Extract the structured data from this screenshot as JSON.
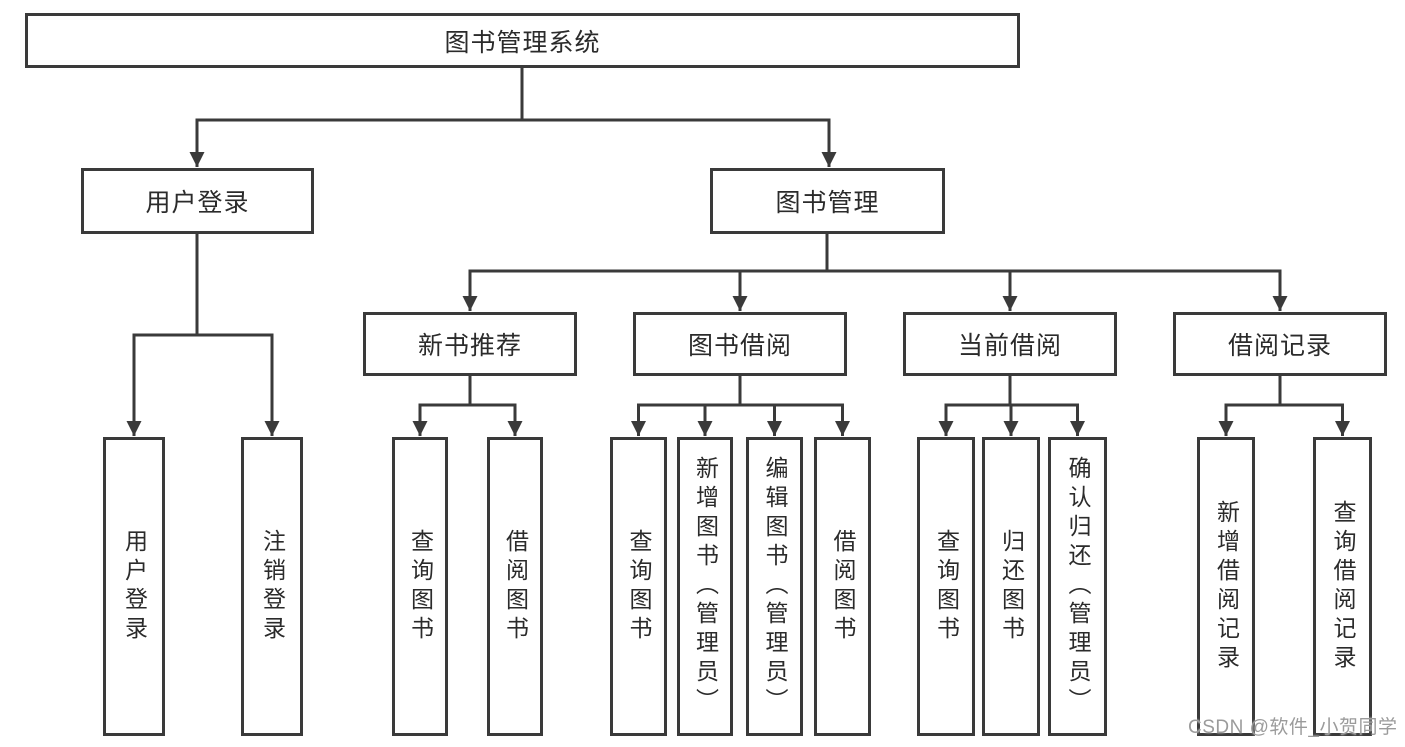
{
  "diagram": {
    "title": "图书管理系统",
    "line_color": "#3a3a3a",
    "text_color": "#2b2b2b",
    "background": "#ffffff",
    "root": {
      "label": "图书管理系统"
    },
    "level2": [
      {
        "label": "用户登录"
      },
      {
        "label": "图书管理"
      }
    ],
    "level3": [
      {
        "label": "新书推荐"
      },
      {
        "label": "图书借阅"
      },
      {
        "label": "当前借阅"
      },
      {
        "label": "借阅记录"
      }
    ],
    "leaves": [
      {
        "label": "用户登录"
      },
      {
        "label": "注销登录"
      },
      {
        "label": "查询图书"
      },
      {
        "label": "借阅图书"
      },
      {
        "label": "查询图书"
      },
      {
        "label": "新增图书（管理员）"
      },
      {
        "label": "编辑图书（管理员）"
      },
      {
        "label": "借阅图书"
      },
      {
        "label": "查询图书"
      },
      {
        "label": "归还图书"
      },
      {
        "label": "确认归还（管理员）"
      },
      {
        "label": "新增借阅记录"
      },
      {
        "label": "查询借阅记录"
      }
    ]
  },
  "watermark": {
    "text": "CSDN @软件_小贺同学",
    "color": "#9b9b9b"
  }
}
